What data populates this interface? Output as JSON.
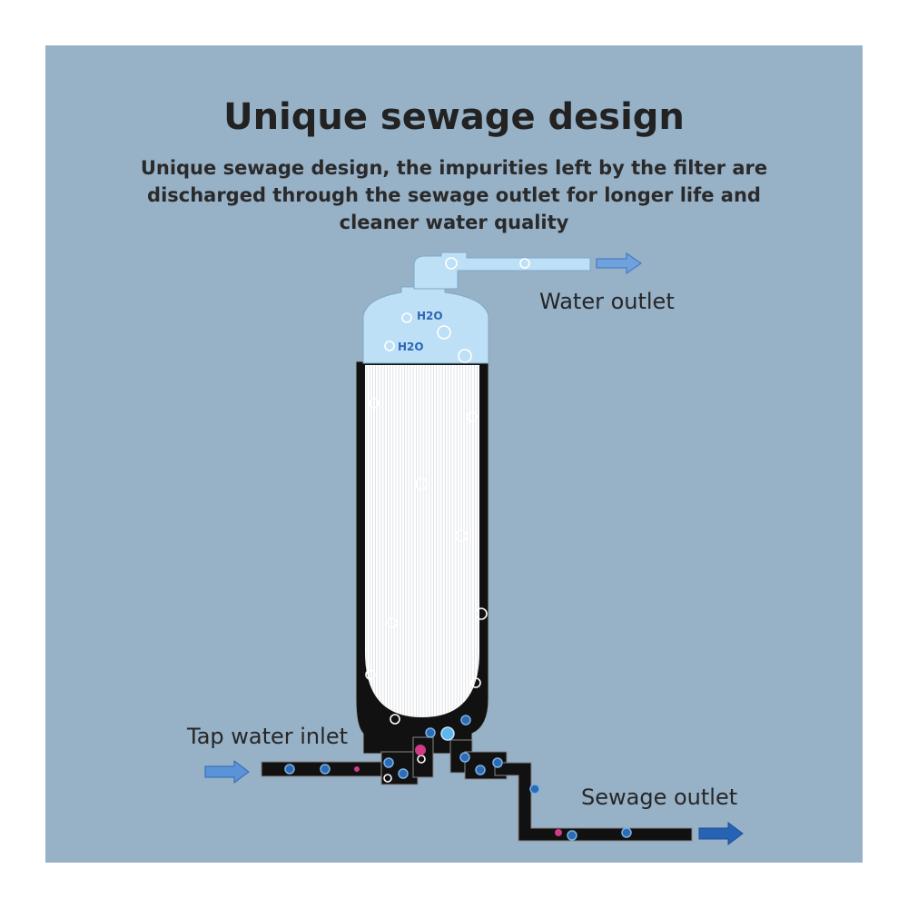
{
  "title": "Unique sewage design",
  "subtitle": "Unique sewage design, the impurities left by the filter are discharged through the sewage outlet for longer life and cleaner water quality",
  "labels": {
    "water_outlet": "Water outlet",
    "tap_water_inlet": "Tap water inlet",
    "sewage_outlet": "Sewage outlet",
    "h2o_top": "H2O",
    "h2o_bottom": "H2O"
  },
  "colors": {
    "background_panel": "#97b1c7",
    "clean_water": "#bde0f6",
    "filter_housing": "#111111",
    "impurity_blue": "#2b6cb5",
    "impurity_pink": "#d03a86",
    "arrow_light": "#5f94d6",
    "arrow_dark": "#2763b4"
  }
}
